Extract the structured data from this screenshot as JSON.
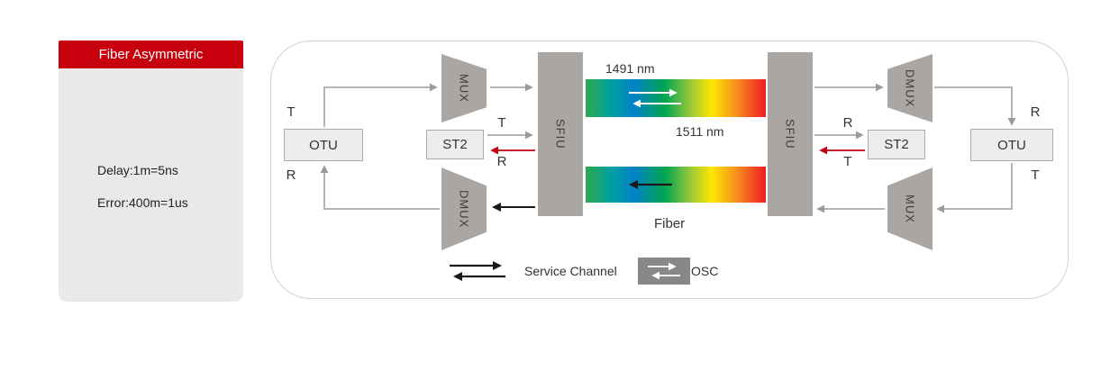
{
  "info_card": {
    "title": "Fiber Asymmetric",
    "line1": "Delay:1m=5ns",
    "line2": "Error:400m=1us"
  },
  "diagram": {
    "left": {
      "otu_label": "OTU",
      "otu_t": "T",
      "otu_r": "R",
      "mux_label": "MUX",
      "dmux_label": "DMUX",
      "st2_label": "ST2",
      "st2_t": "T",
      "st2_r": "R",
      "sfiu_label": "SFIU"
    },
    "right": {
      "otu_label": "OTU",
      "otu_r": "R",
      "otu_t": "T",
      "mux_label": "MUX",
      "dmux_label": "DMUX",
      "st2_label": "ST2",
      "st2_r": "R",
      "st2_t": "T",
      "sfiu_label": "SFIU"
    },
    "fiber": {
      "top_wavelength": "1491 nm",
      "mid_wavelength": "1511 nm",
      "label": "Fiber"
    },
    "legend": {
      "service_channel_label": "Service Channel",
      "osc_label": "OSC"
    },
    "colors": {
      "header_red": "#c8000e",
      "arrow_red": "#c00010",
      "arrow_gray": "#9b9b9b",
      "arrow_black": "#1a1a1a",
      "block_gray": "#a9a6a4"
    }
  }
}
